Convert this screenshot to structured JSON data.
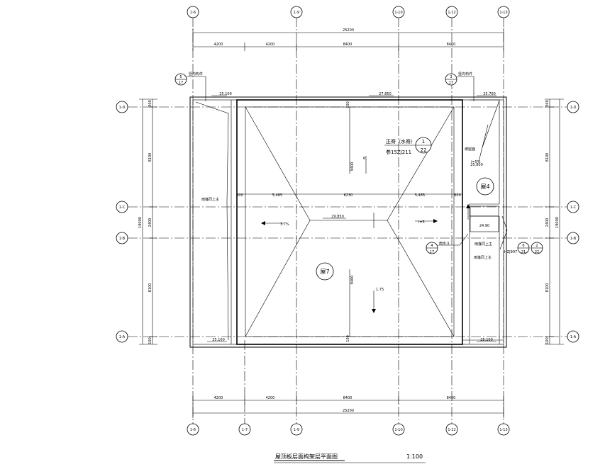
{
  "title": "屋顶板层面构架层平面图",
  "scale": "1:100",
  "grid": {
    "top": [
      "1-6",
      "1-9",
      "1-10",
      "1-12",
      "1-13"
    ],
    "bottom": [
      "1-6",
      "1-7",
      "1-9",
      "1-10",
      "1-12",
      "1-13"
    ],
    "left": [
      "1-D",
      "1-C",
      "1-B",
      "1-A"
    ],
    "right": [
      "1-D",
      "1-C",
      "1-B",
      "1-A"
    ]
  },
  "dims": {
    "overall_h": "25200",
    "top_segments": [
      "4200",
      "4200",
      "8400",
      "8400"
    ],
    "bottom_segments": [
      "4200",
      "4200",
      "8400",
      "8400"
    ],
    "left_segments": [
      "300",
      "8100",
      "2400",
      "8100",
      "100"
    ],
    "left_total": "19000",
    "right_segments": [
      "300",
      "8100",
      "2400",
      "8100",
      "100"
    ],
    "right_total": "19000",
    "center_top": "9400",
    "center_bottom": "9400",
    "center_top_edge": "100",
    "center_bottom_edge": "100",
    "mid_row": [
      "5,485",
      "600",
      "6230",
      "5,485",
      "600"
    ]
  },
  "elevations": {
    "tl": "25.100",
    "tc": "27.850",
    "tr": "25.700",
    "center": "29.850",
    "bl": "25.100",
    "br": "25.100",
    "r_upper": "25.800",
    "r_lower": "24.90"
  },
  "labels": {
    "roof7": "屋7",
    "roof4": "屋4",
    "tower_title": "正脊（水脊）",
    "tower_ref": "参15ZJ211",
    "drain_left": "雨篷同上主",
    "drain_right": "雨篷同上主",
    "slope_arrow": "坡屋面",
    "tl_note": "竖向构件",
    "tr_note": "竖向构件",
    "right_note": "雨水斗",
    "right_note2": "雨篷同上主",
    "right_ref": "HZJ907",
    "small_note": "3.7%",
    "small_note2": "i=5",
    "small_note3": "i=5%",
    "small_note4": "1.75",
    "small_e": "6"
  },
  "callouts": {
    "tl": {
      "num": "5",
      "sheet": "17"
    },
    "tr": {
      "num": "3",
      "sheet": "17"
    },
    "tower": {
      "num": "1",
      "sheet": "22"
    },
    "right": {
      "num": "4",
      "sheet": "17"
    },
    "det_a": {
      "num": "6",
      "sheet": "21"
    },
    "det_b": {
      "num": "2",
      "sheet": "22"
    }
  }
}
